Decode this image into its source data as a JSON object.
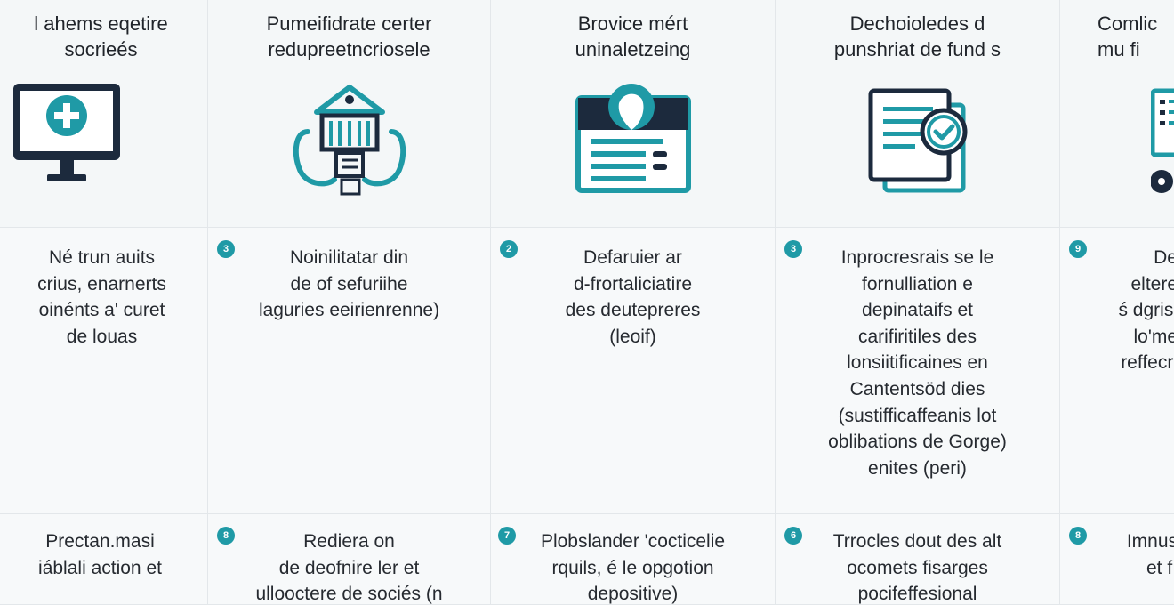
{
  "colors": {
    "teal": "#1f9aa6",
    "dark": "#1c2a3d",
    "rule": "#e3e7ea"
  },
  "columns": [
    {
      "title": "l ahems eqetire\nsocrieés",
      "icon": "monitor-plus-icon",
      "row1": {
        "badge": "",
        "text": "Né trun auits\ncrius, enarnerts\noinénts a' curet\nde louas"
      },
      "row2": {
        "badge": "",
        "text": "Prectan.masi\niáblali action et"
      }
    },
    {
      "title": "Pumeifidrate certer\nredupreetncriosele",
      "icon": "bank-building-icon",
      "row1": {
        "badge": "3",
        "text": "Noinilitatar din\nde of sefuriihe\nlaguries eeirienrenne)"
      },
      "row2": {
        "badge": "8",
        "text": "Rediera on\nde deofnire ler et\nullooctere de sociés (n"
      }
    },
    {
      "title": "Brovice mért\nuninaletzeing",
      "icon": "browser-window-icon",
      "row1": {
        "badge": "2",
        "text": "Defaruier ar\nd-frortaliciatire\ndes deutepreres\n(leoif)"
      },
      "row2": {
        "badge": "7",
        "text": "Plobslander 'cocticelie\nrquils, é le opgotion\ndepositive)"
      }
    },
    {
      "title": "Dechoioledes d\npunshriat de fund s",
      "icon": "document-check-icon",
      "row1": {
        "badge": "3",
        "text": "Inprocresrais se le\nfornulliation e\ndepinataifs et\ncarifiritiles des\nlonsiitificaines en\nCantentsöd dies\n(sustifficaffeanis lot\noblibations de Gorge)\nenites (peri)"
      },
      "row2": {
        "badge": "6",
        "text": "Trrocles dout des alt\nocomets fisarges\npocifeffesional"
      }
    },
    {
      "title": "Comlic\nmu fi",
      "icon": "clipboard-person-icon",
      "row1": {
        "badge": "9",
        "text": "De\neltere\nś dgrisi\nlo'me\nreffecri"
      },
      "row2": {
        "badge": "8",
        "text": "Imnus\net f:"
      }
    }
  ]
}
